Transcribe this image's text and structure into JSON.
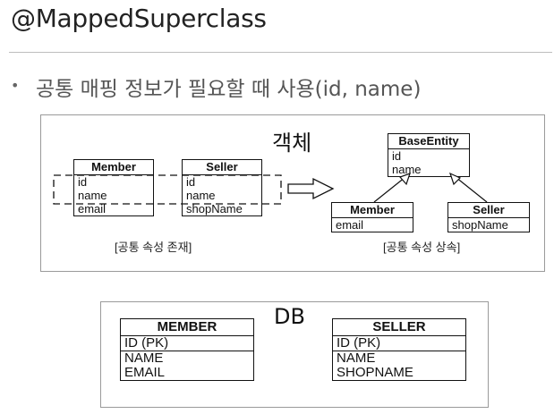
{
  "title": "@MappedSuperclass",
  "bullet": {
    "marker": "•",
    "text": "공통 매핑 정보가 필요할 때 사용(id, name)"
  },
  "object_panel": {
    "label": "객체",
    "left_caption": "[공통 속성 존재]",
    "right_caption": "[공통 속성 상속]",
    "member": {
      "name": "Member",
      "fields": [
        "id",
        "name",
        "email"
      ]
    },
    "seller": {
      "name": "Seller",
      "fields": [
        "id",
        "name",
        "shopName"
      ]
    },
    "base_entity": {
      "name": "BaseEntity",
      "fields": [
        "id",
        "name"
      ]
    },
    "member_child": {
      "name": "Member",
      "fields": [
        "email"
      ]
    },
    "seller_child": {
      "name": "Seller",
      "fields": [
        "shopName"
      ]
    }
  },
  "db_panel": {
    "label": "DB",
    "member_table": {
      "name": "MEMBER",
      "pk": "ID (PK)",
      "columns": [
        "NAME",
        "EMAIL"
      ]
    },
    "seller_table": {
      "name": "SELLER",
      "pk": "ID (PK)",
      "columns": [
        "NAME",
        "SHOPNAME"
      ]
    }
  }
}
